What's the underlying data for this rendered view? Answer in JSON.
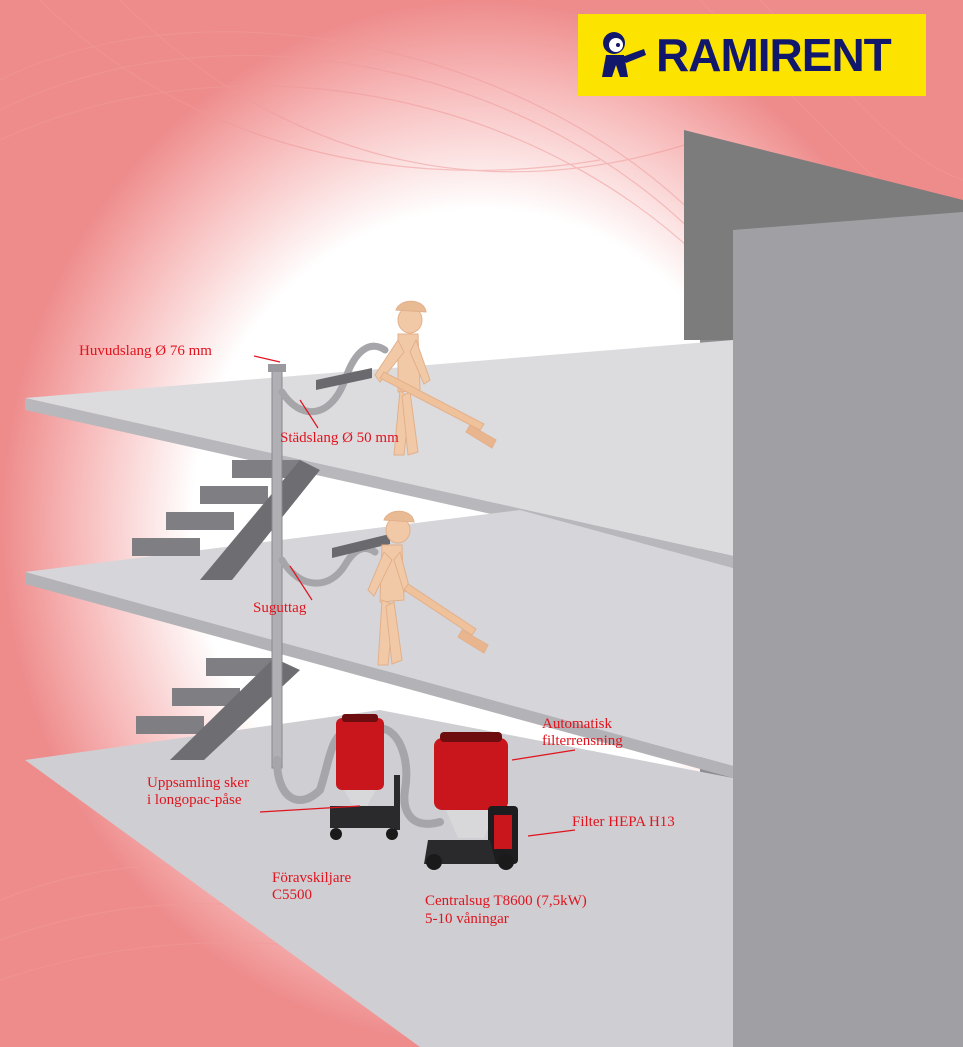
{
  "brand": {
    "name": "RAMIRENT",
    "colors": {
      "logo_bg": "#fde400",
      "logo_text": "#11186b",
      "label_red": "#e0141e"
    },
    "mascot_icon": "ramirent-mascot-icon"
  },
  "labels": {
    "main_hose": "Huvudslang Ø 76 mm",
    "cleaning_hose": "Städslang Ø 50 mm",
    "suction_outlet": "Suguttag",
    "auto_filter_1": "Automatisk",
    "auto_filter_2": "filterrensning",
    "collection_1": "Uppsamling sker",
    "collection_2": "i longopac-påse",
    "filter_hepa": "Filter HEPA H13",
    "preseparator_1": "Föravskiljare",
    "preseparator_2": "C5500",
    "central_1": "Centralsug T8600 (7,5kW)",
    "central_2": "5-10 våningar"
  }
}
